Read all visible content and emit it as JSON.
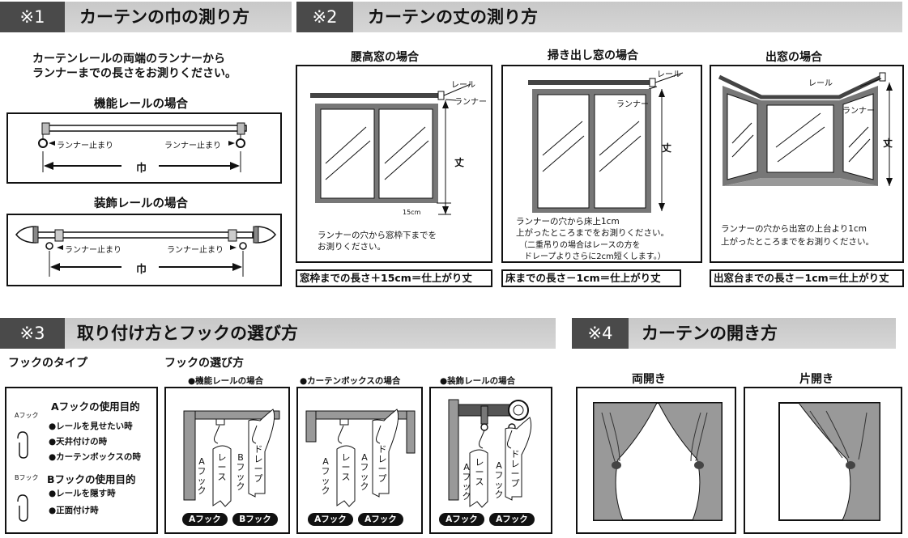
{
  "sec1": {
    "num": "※1",
    "title": "カーテンの巾の測り方",
    "intro1": "カーテンレールの両端のランナーから",
    "intro2": "ランナーまでの長さをお測りください。",
    "functional_title": "機能レールの場合",
    "decorative_title": "装飾レールの場合",
    "runner_stop": "ランナー止まり",
    "width": "巾"
  },
  "sec2": {
    "num": "※2",
    "title": "カーテンの丈の測り方",
    "waist": {
      "title": "腰高窓の場合",
      "rail": "レール",
      "runner": "ランナー",
      "length": "丈",
      "cm": "15cm",
      "note1": "ランナーの穴から窓枠下までを",
      "note2": "お測りください。",
      "formula": "窓枠までの長さ＋15cm＝仕上がり丈"
    },
    "floor": {
      "title": "掃き出し窓の場合",
      "rail": "レール",
      "runner": "ランナー",
      "length": "丈",
      "note1": "ランナーの穴から床上1cm",
      "note2": "上がったところまでをお測りください。",
      "note3": "（二重吊りの場合はレースの方を",
      "note4": "ドレープよりさらに2cm短くします。）",
      "formula": "床までの長さ－1cm＝仕上がり丈"
    },
    "bay": {
      "title": "出窓の場合",
      "rail": "レール",
      "runner": "ランナー",
      "length": "丈",
      "note1": "ランナーの穴から出窓の上台より1cm",
      "note2": "上がったところまでをお測りください。",
      "formula": "出窓台までの長さ－1cm＝仕上がり丈"
    }
  },
  "sec3": {
    "num": "※3",
    "title": "取り付け方とフックの選び方",
    "hook_type": "フックのタイプ",
    "hook_choice": "フックの選び方",
    "a_label": "Aフック",
    "a_title": "Aフックの使用目的",
    "a_items": [
      "●レールを見せたい時",
      "●天井付けの時",
      "●カーテンボックスの時"
    ],
    "b_label": "Bフック",
    "b_title": "Bフックの使用目的",
    "b_items": [
      "●レールを隠す時",
      "●正面付け時"
    ],
    "case1": {
      "title": "●機能レールの場合",
      "pills": [
        "Aフック",
        "Bフック"
      ],
      "labels": [
        "Aフック",
        "レース",
        "Bフック",
        "ドレープ"
      ]
    },
    "case2": {
      "title": "●カーテンボックスの場合",
      "pills": [
        "Aフック",
        "Aフック"
      ],
      "labels": [
        "Aフック",
        "レース",
        "Aフック",
        "ドレープ"
      ]
    },
    "case3": {
      "title": "●装飾レールの場合",
      "pills": [
        "Aフック",
        "Aフック"
      ],
      "labels": [
        "Aフック",
        "レース",
        "Aフック",
        "ドレープ"
      ]
    }
  },
  "sec4": {
    "num": "※4",
    "title": "カーテンの開き方",
    "double": "両開き",
    "single": "片開き"
  }
}
